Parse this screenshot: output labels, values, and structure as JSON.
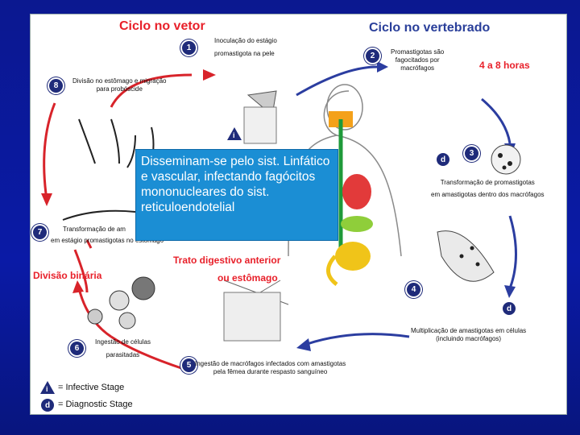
{
  "headers": {
    "vector": "Ciclo no vetor",
    "vertebrate": "Ciclo no vertebrado"
  },
  "steps": [
    {
      "num": "1",
      "text_a": "Inoculação do estágio",
      "text_b": "promastigota na pele"
    },
    {
      "num": "2",
      "text_a": "Promastigotas são",
      "text_b": "fagocitados por",
      "text_c": "macrófagos"
    },
    {
      "num": "3",
      "text_a": "Transformação de promastigotas",
      "text_b": "em amastigotas dentro dos macrófagos"
    },
    {
      "num": "4",
      "text_a": "Multiplicação de amastigotas em células",
      "text_b": "(incluindo macrófagos)"
    },
    {
      "num": "5",
      "text_a": "Ingestão de macrófagos infectados com amastigotas",
      "text_b": "pela fêmea durante respasto sanguíneo"
    },
    {
      "num": "6",
      "text_a": "Ingestão de células",
      "text_b": "parasitadas"
    },
    {
      "num": "7",
      "text_a": "Transformação de am",
      "text_b": "em estágio promastigotas no estômago"
    },
    {
      "num": "8",
      "text_a": "Divisão no estômago e migração",
      "text_b": "para probóscide"
    }
  ],
  "labels": {
    "time": "4 a 8 horas",
    "binary": "Divisão binária",
    "gut_line1": "Trato digestivo anterior",
    "gut_line2": "ou estômago",
    "i": "i",
    "d": "d"
  },
  "legend": {
    "infective": "= Infective Stage",
    "diagnostic": "= Diagnostic Stage"
  },
  "callout": "Disseminam-se pelo sist. Linfático e vascular, infectando fagócitos mononucleares do sist. reticuloendotelial"
}
